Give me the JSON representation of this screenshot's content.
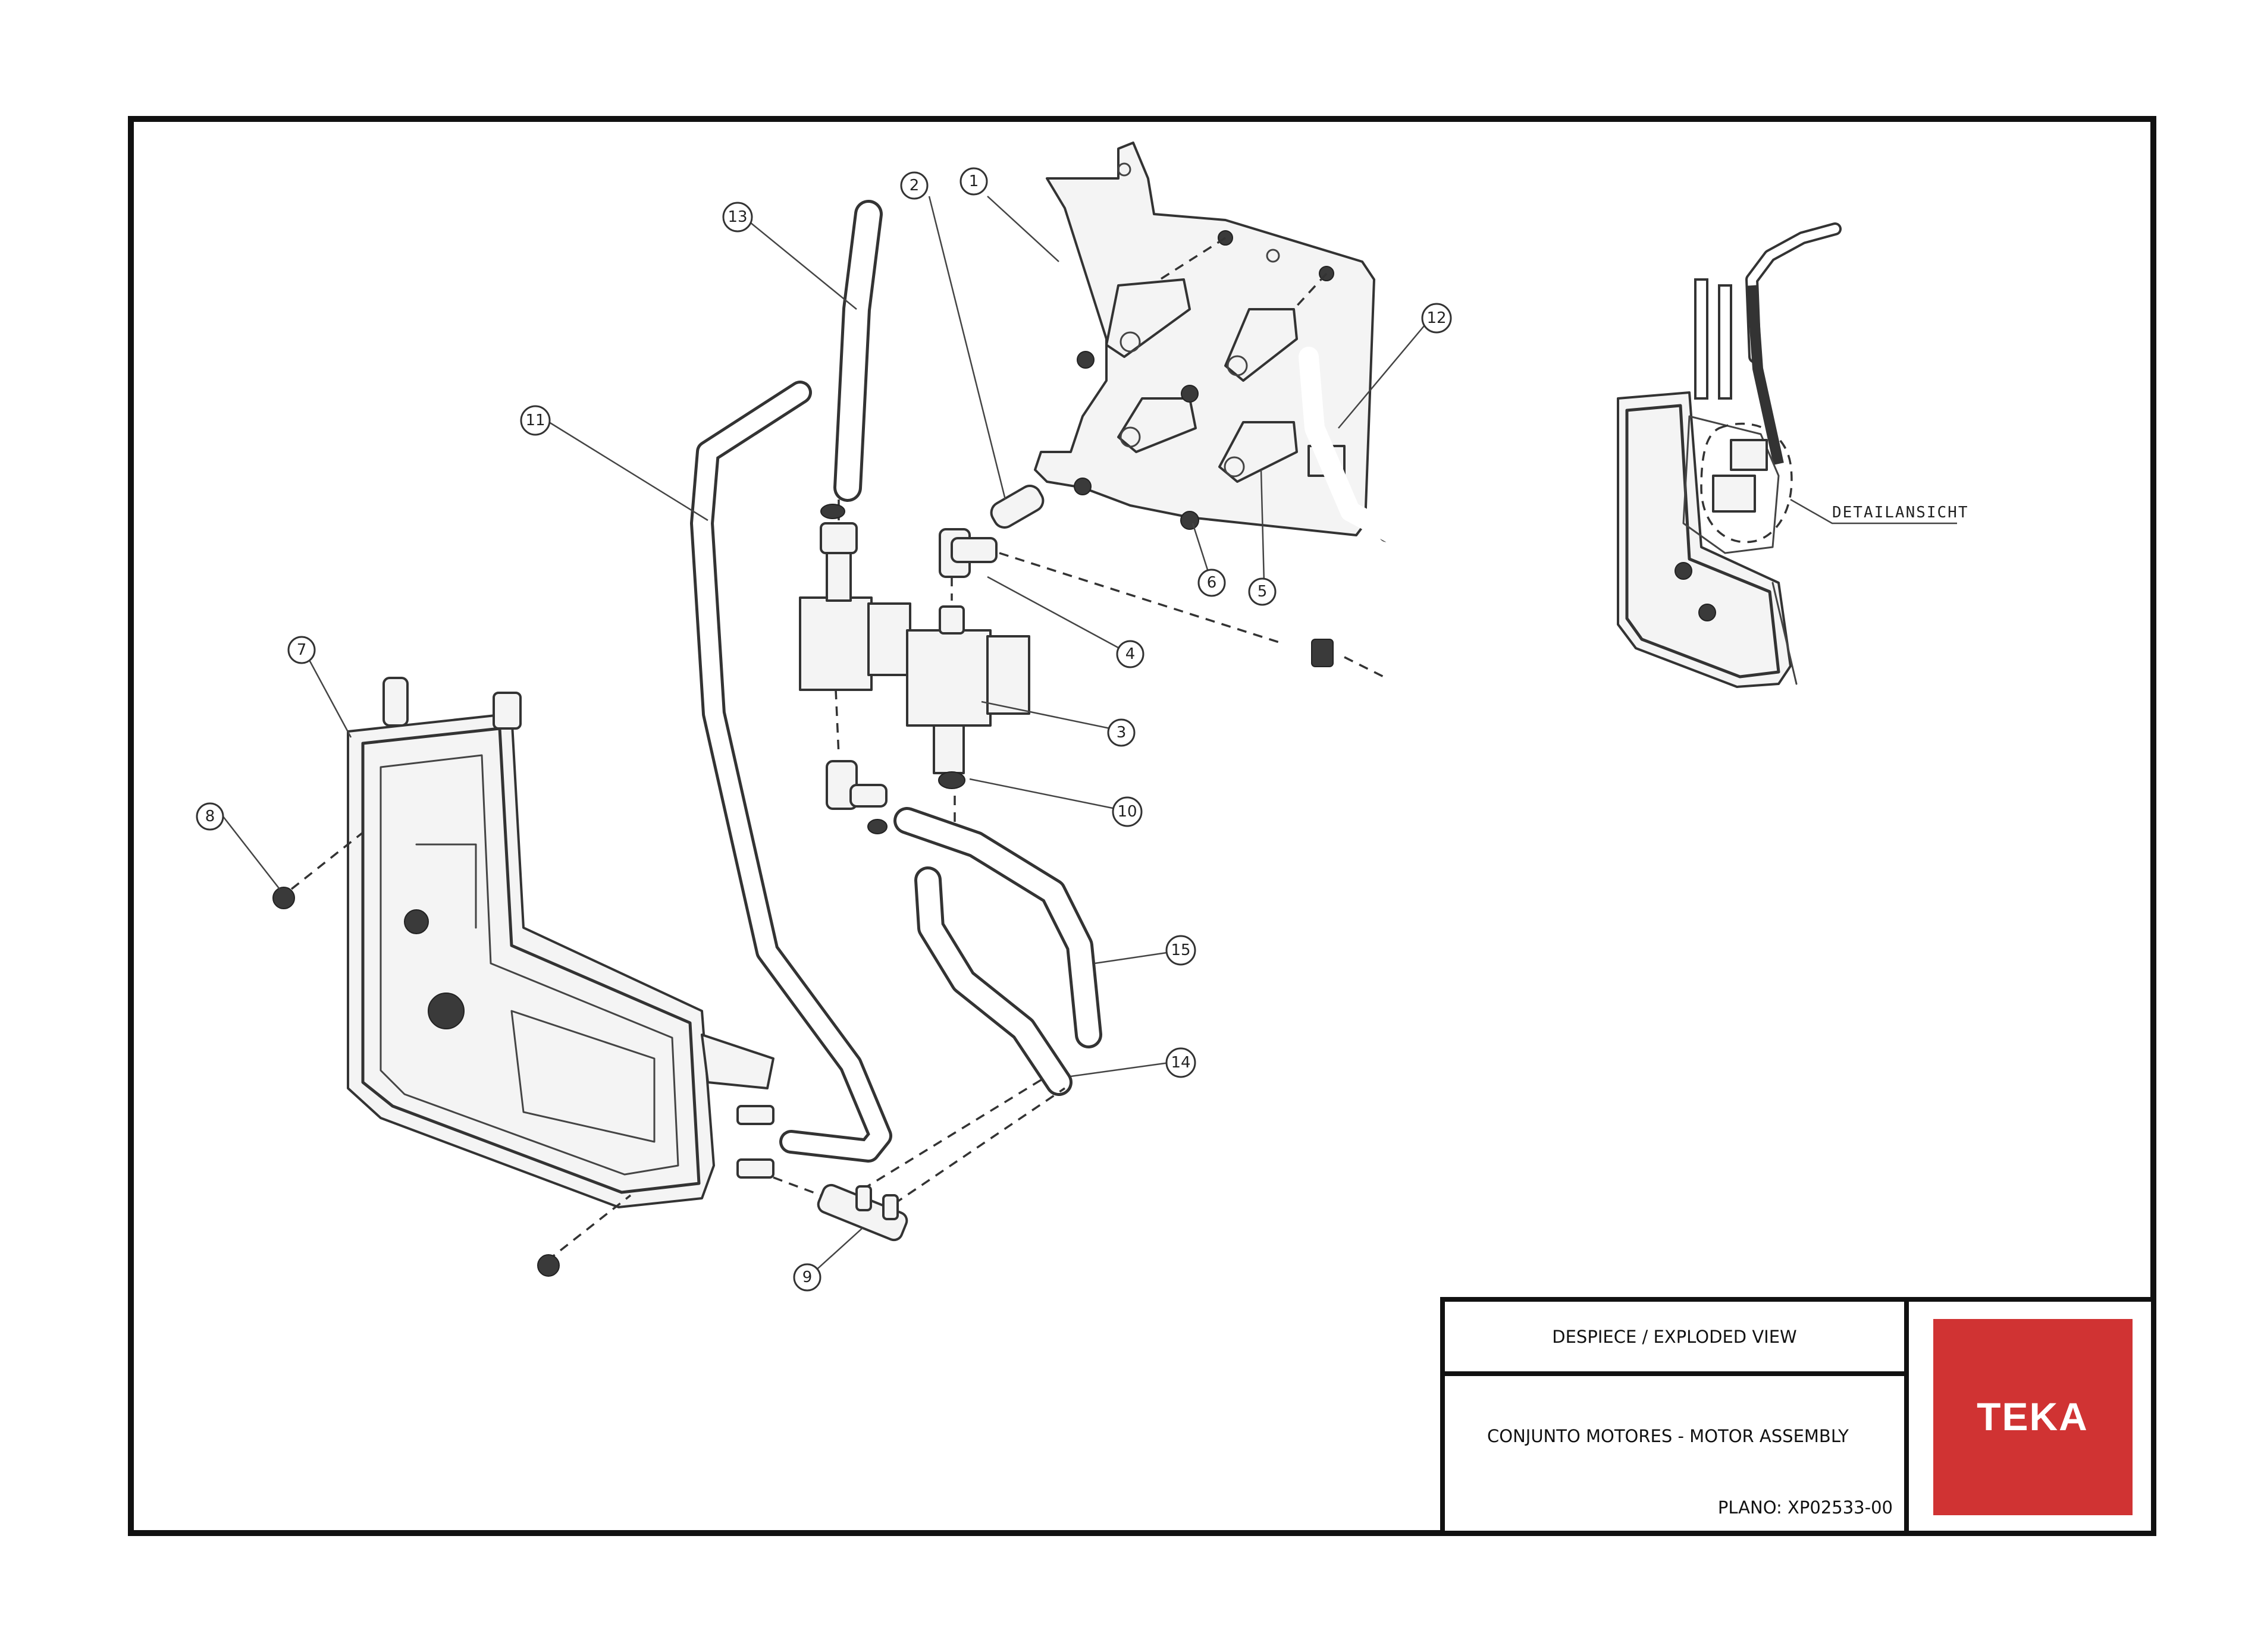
{
  "title_block": {
    "title": "DESPIECE / EXPLODED VIEW",
    "subtitle": "CONJUNTO MOTORES - MOTOR ASSEMBLY",
    "plan_number": "PLANO: XP02533-00"
  },
  "brand": {
    "logo_text": "TEKA",
    "color": "#D03333"
  },
  "detail_view": {
    "label": "DETAILANSICHT"
  },
  "callouts": [
    "1",
    "2",
    "3",
    "4",
    "5",
    "6",
    "7",
    "8",
    "9",
    "10",
    "11",
    "12",
    "13",
    "14",
    "15"
  ]
}
